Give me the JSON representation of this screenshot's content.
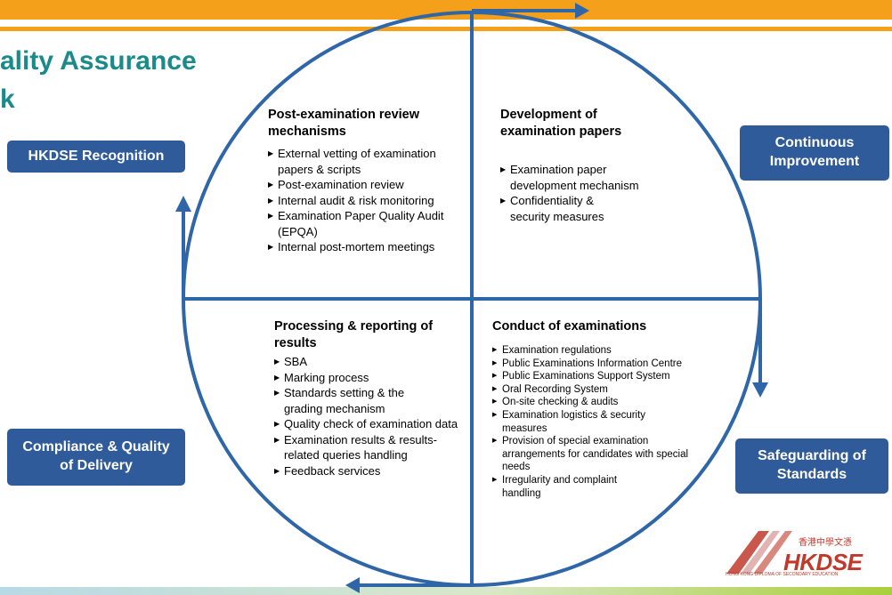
{
  "title": {
    "line1": "ality Assurance",
    "line2": "k"
  },
  "boxes": {
    "recognition": "HKDSE Recognition",
    "improvement": "Continuous Improvement",
    "compliance": "Compliance & Quality of Delivery",
    "safeguarding": "Safeguarding of Standards"
  },
  "quadrants": {
    "top_left": {
      "heading": "Post-examination review mechanisms",
      "items": [
        "External vetting of examination papers & scripts",
        "Post-examination review",
        "Internal audit & risk monitoring",
        "Examination Paper Quality Audit (EPQA)",
        "Internal post-mortem meetings"
      ]
    },
    "top_right": {
      "heading": "Development of examination papers",
      "items": [
        "Examination paper development mechanism",
        "Confidentiality & security measures"
      ]
    },
    "bottom_left": {
      "heading": "Processing & reporting of results",
      "items": [
        "SBA",
        "Marking process",
        "Standards setting & the grading mechanism",
        "Quality check of examination data",
        "Examination results & results-related queries handling",
        "Feedback services"
      ]
    },
    "bottom_right": {
      "heading": "Conduct of examinations",
      "items": [
        "Examination regulations",
        "Public Examinations Information Centre",
        "Public Examinations Support System",
        "Oral Recording System",
        "On-site checking & audits",
        "Examination logistics & security measures",
        "Provision of special examination arrangements for candidates with special needs",
        "Irregularity and complaint handling"
      ]
    }
  },
  "logo": {
    "text": "HKDSE",
    "chinese": "香港中學文憑",
    "subtitle": "HONG KONG DIPLOMA OF SECONDARY EDUCATION"
  },
  "colors": {
    "accent": "#f4a01a",
    "circle": "#2f66a8",
    "box": "#2f5b9a",
    "title": "#1a8a8a",
    "logo": "#c0392b"
  }
}
